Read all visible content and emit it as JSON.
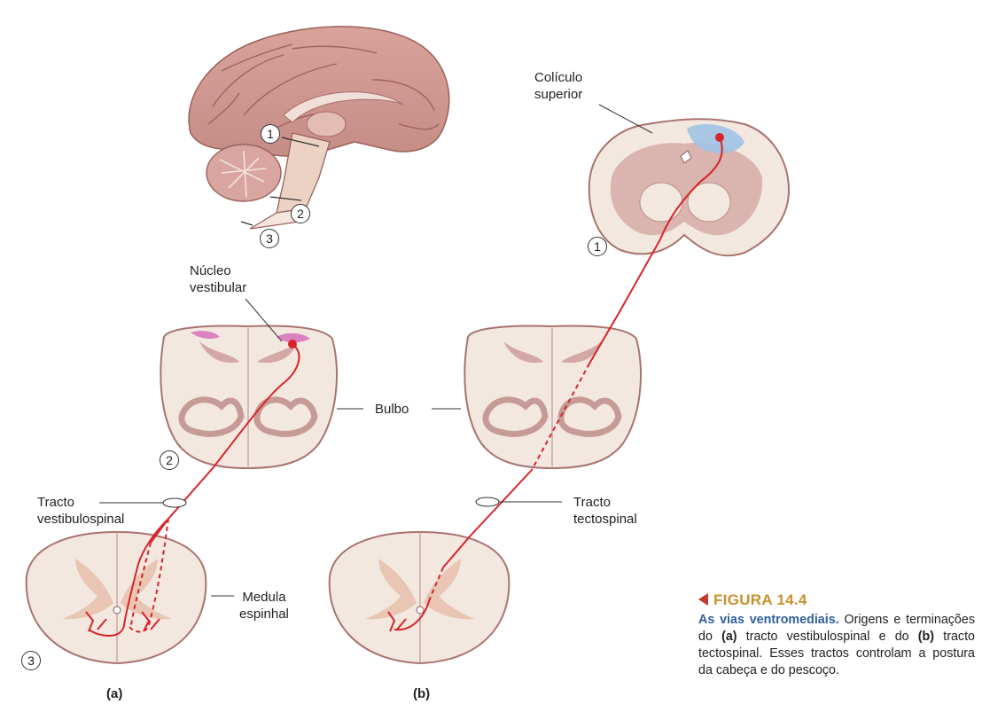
{
  "labels": {
    "coliculo": [
      "Colículo",
      "superior"
    ],
    "nucleo": [
      "Núcleo",
      "vestibular"
    ],
    "bulbo": "Bulbo",
    "tracto_vest": [
      "Tracto",
      "vestibulospinal"
    ],
    "tracto_tect": [
      "Tracto",
      "tectospinal"
    ],
    "medula": [
      "Medula",
      "espinhal"
    ],
    "panel_a": "(a)",
    "panel_b": "(b)"
  },
  "markers": {
    "m1": "1",
    "m2": "2",
    "m3": "3"
  },
  "caption": {
    "head": "FIGURA 14.4",
    "title": "As vias ventromediais.",
    "p1": " Origens e terminações do ",
    "a": "(a)",
    "p2": " tracto vestibulospinal e do ",
    "b": "(b)",
    "p3": " tracto tectospinal. Esses tractos controlam a postura da cabeça e do pescoço."
  },
  "colors": {
    "tissue": "#d3a7a4",
    "tissue_light": "#f3e8e0",
    "tissue_edge": "#a9736f",
    "gray_matter": "#e9c6b3",
    "pathway": "#d8232a",
    "nucleus_magenta": "#d468b8",
    "colliculus_blue": "#9ec3e6",
    "caption_head": "#c8912e",
    "caption_title": "#2f5f9e"
  }
}
